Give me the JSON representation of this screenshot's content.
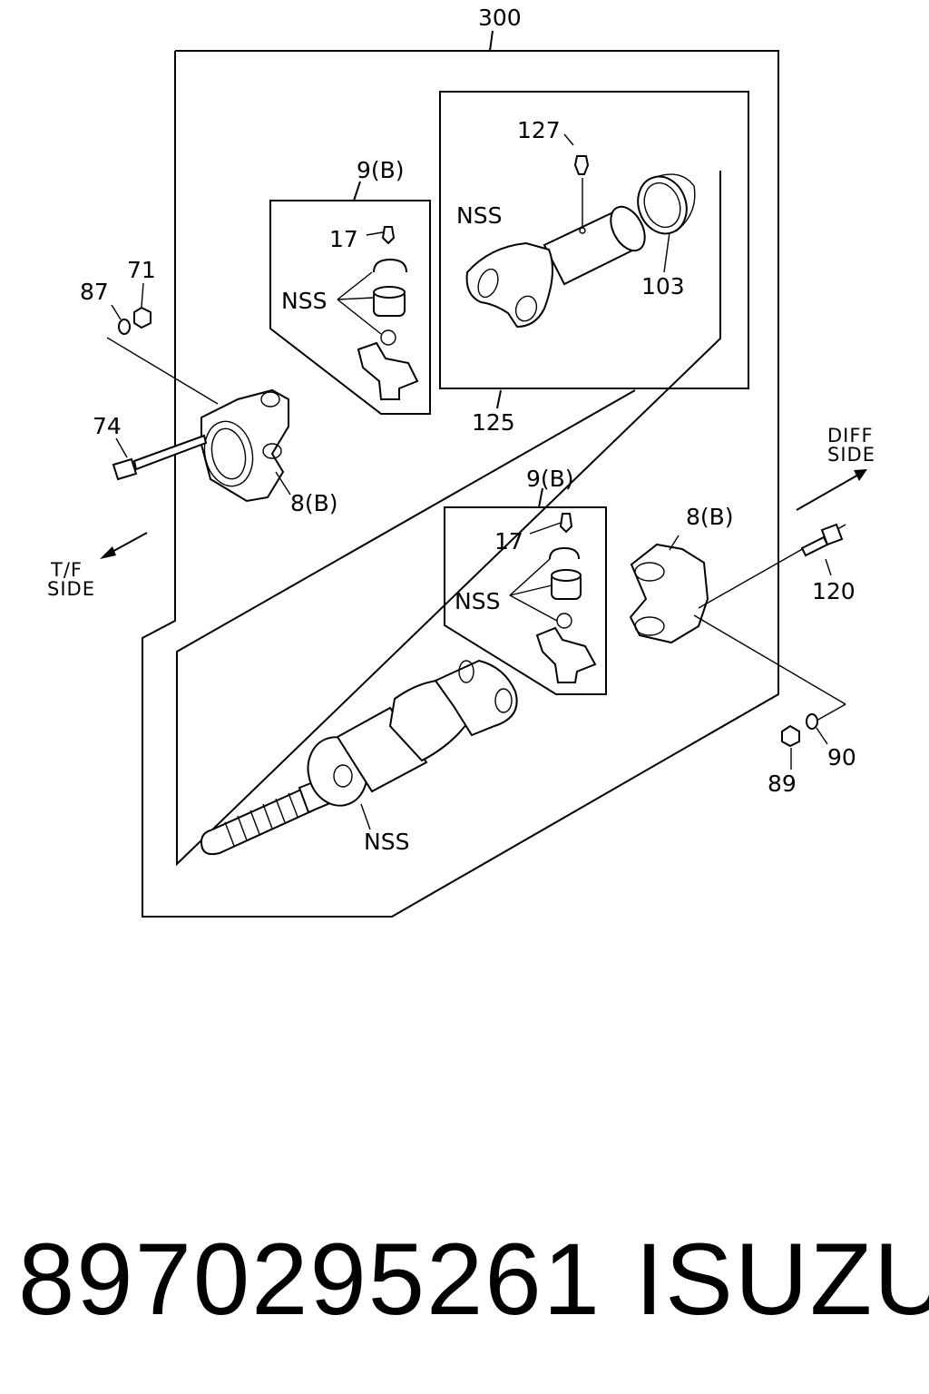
{
  "diagram": {
    "labels": {
      "assembly": "300",
      "grease_fitting_top": "127",
      "nss_tube": "NSS",
      "ring": "103",
      "tube_yoke": "125",
      "kit_top": "9(B)",
      "fitting_17_top": "17",
      "nss_kit_top": "NSS",
      "washer_87": "87",
      "nut_71": "71",
      "bolt_74": "74",
      "flange_yoke_left": "8(B)",
      "tf_side_1": "T/F",
      "tf_side_2": "SIDE",
      "diff_side_1": "DIFF",
      "diff_side_2": "SIDE",
      "kit_bottom": "9(B)",
      "fitting_17_bottom": "17",
      "nss_kit_bottom": "NSS",
      "flange_yoke_right": "8(B)",
      "bolt_120": "120",
      "nut_89": "89",
      "washer_90": "90",
      "nss_shaft": "NSS"
    }
  },
  "footer": {
    "part_number": "8970295261",
    "brand": "ISUZU"
  }
}
